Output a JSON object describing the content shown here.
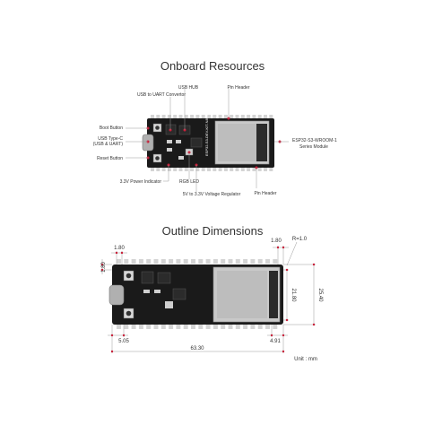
{
  "section1": {
    "title": "Onboard Resources",
    "labels": {
      "usb_hub": "USB HUB",
      "usb_uart": "USB to UART Convertor",
      "pin_header_top": "Pin Header",
      "boot_button": "Boot Button",
      "usb_typec_1": "USB Type-C",
      "usb_typec_2": "(USB & UART)",
      "reset_button": "Reset Button",
      "power_indicator": "3.3V Power Indicator",
      "rgb_led": "RGB LED",
      "regulator": "5V to 3.3V Voltage Regulator",
      "pin_header_bottom": "Pin Header",
      "module_1": "ESP32-S3-WROOM-1",
      "module_2": "Series Module",
      "board_silk": "ESP32-S3-DEV-KIT-N8R8"
    }
  },
  "section2": {
    "title": "Outline Dimensions",
    "dims": {
      "d_180_top": "1.80",
      "d_180_left": "1.80",
      "d_180_right": "1.80",
      "d_r10": "R=1.0",
      "d_2180": "21.80",
      "d_2540": "25.40",
      "d_505": "5.05",
      "d_491": "4.91",
      "d_6330": "63.30"
    },
    "unit": "Unit : mm"
  },
  "colors": {
    "board": "#1a1a1a",
    "accent_red": "#c8203a",
    "dim_line": "#9a9a9a",
    "module": "#c9c9c9"
  }
}
